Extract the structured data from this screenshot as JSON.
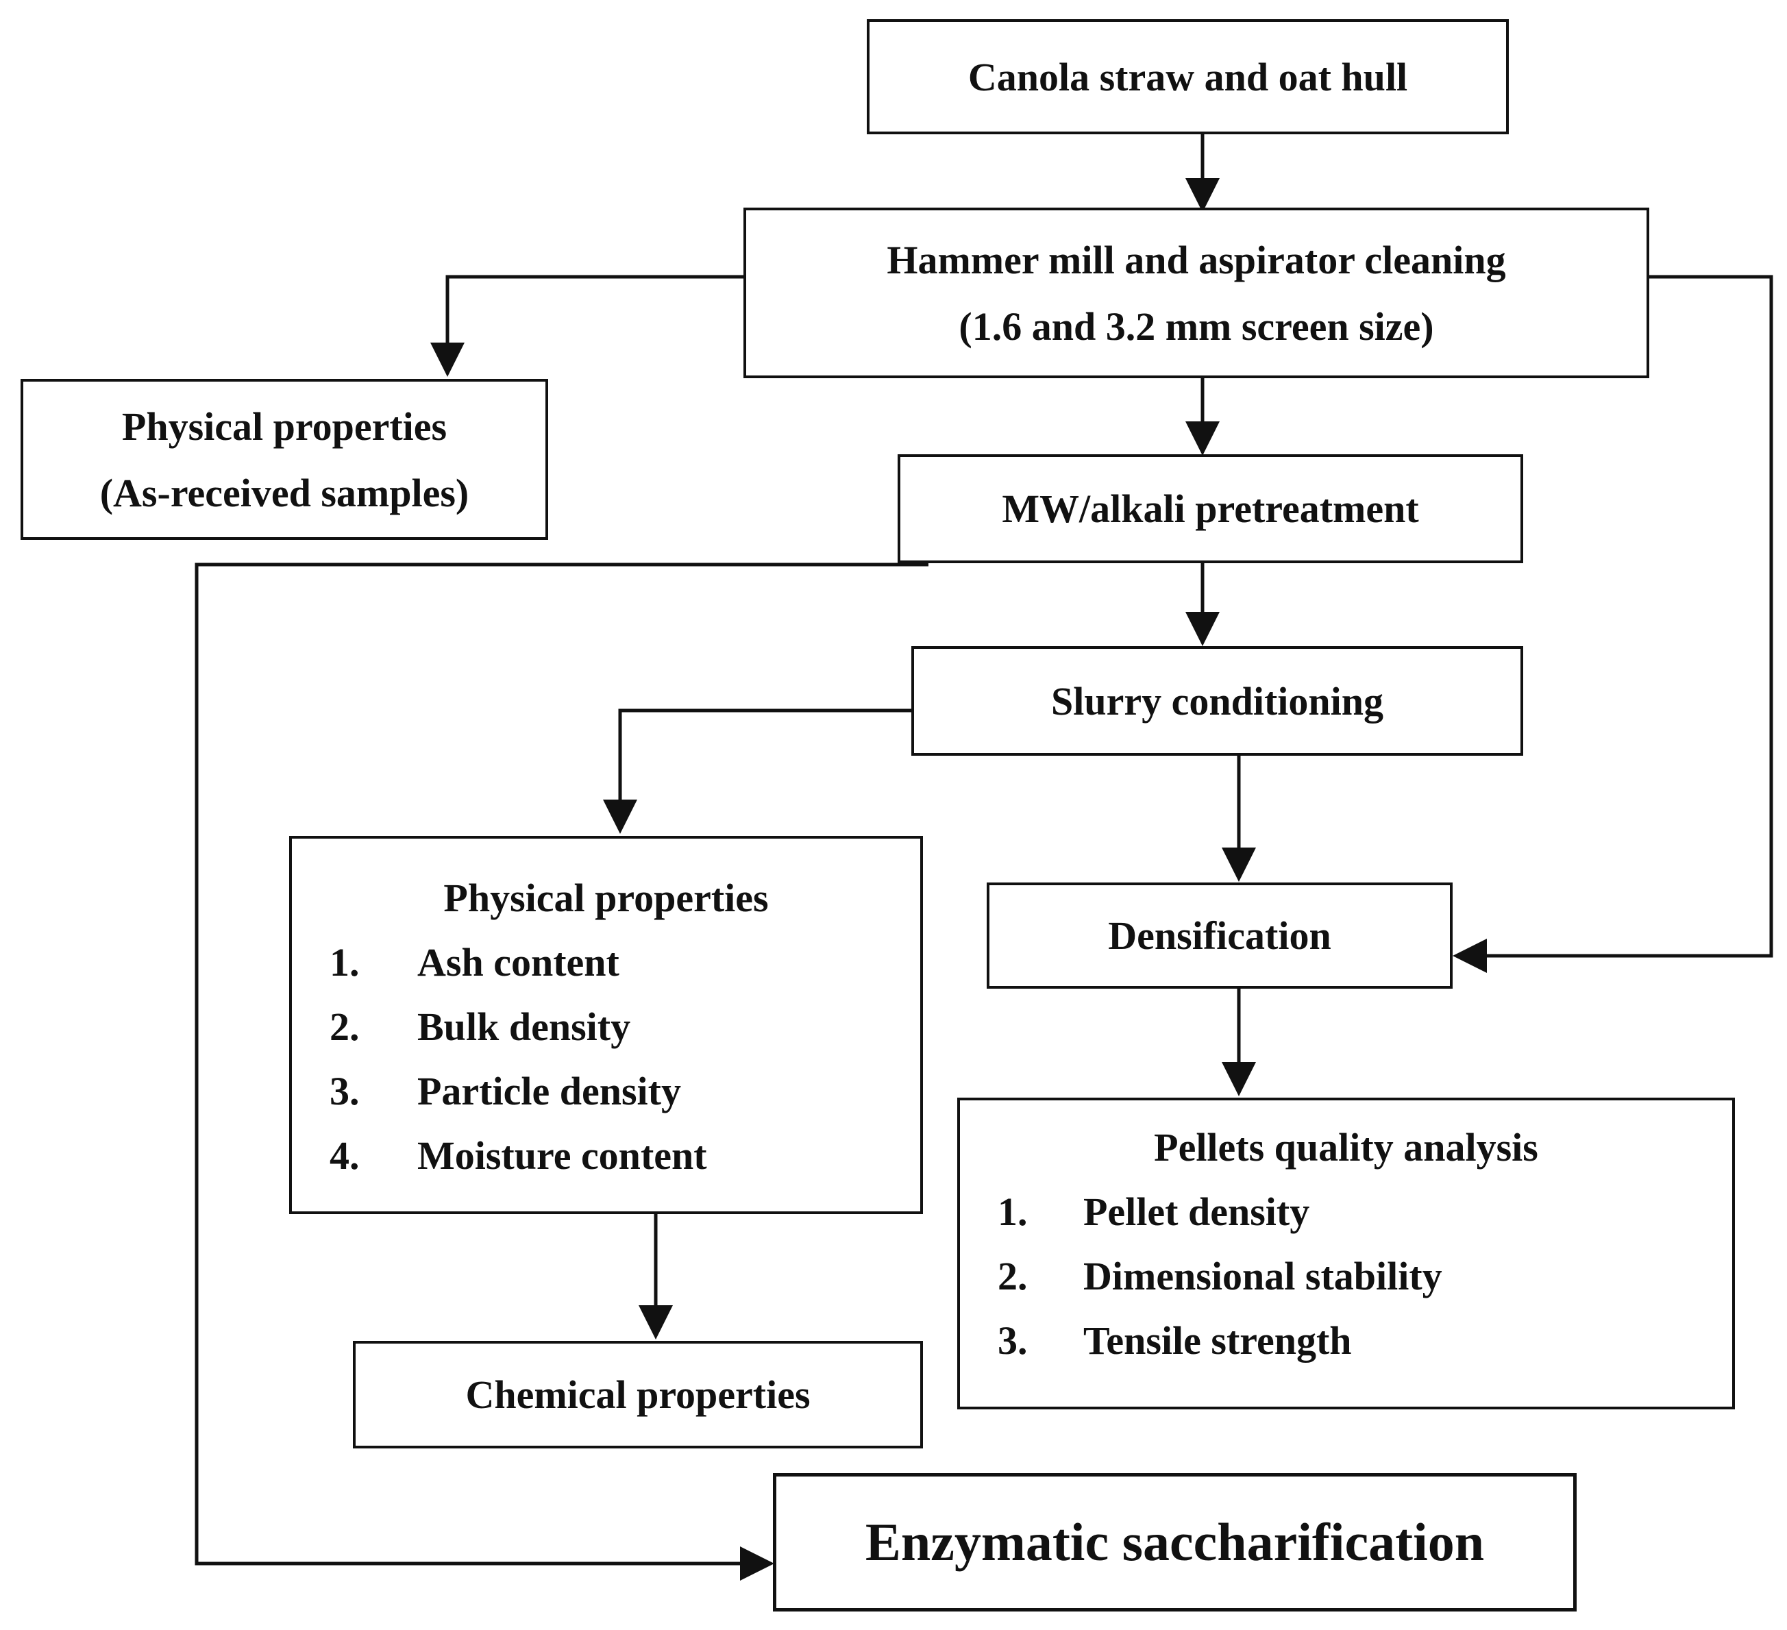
{
  "nodes": {
    "source": {
      "label": "Canola straw and oat hull"
    },
    "milling": {
      "label": "Hammer mill and aspirator cleaning",
      "sublabel": "(1.6 and 3.2 mm screen size)"
    },
    "physical_raw": {
      "label": "Physical properties",
      "sublabel": "(As-received samples)"
    },
    "pretreatment": {
      "label": "MW/alkali pretreatment"
    },
    "slurry": {
      "label": "Slurry conditioning"
    },
    "physical_props": {
      "label": "Physical properties",
      "items": [
        {
          "num": "1.",
          "text": "Ash content"
        },
        {
          "num": "2.",
          "text": "Bulk density"
        },
        {
          "num": "3.",
          "text": "Particle density"
        },
        {
          "num": "4.",
          "text": "Moisture content"
        }
      ]
    },
    "densification": {
      "label": "Densification"
    },
    "pellets_quality": {
      "label": "Pellets quality analysis",
      "items": [
        {
          "num": "1.",
          "text": "Pellet density"
        },
        {
          "num": "2.",
          "text": "Dimensional stability"
        },
        {
          "num": "3.",
          "text": "Tensile strength"
        }
      ]
    },
    "chemical": {
      "label": "Chemical properties"
    },
    "enzymatic": {
      "label": "Enzymatic saccharification"
    }
  },
  "colors": {
    "line": "#111111",
    "background": "#ffffff"
  }
}
